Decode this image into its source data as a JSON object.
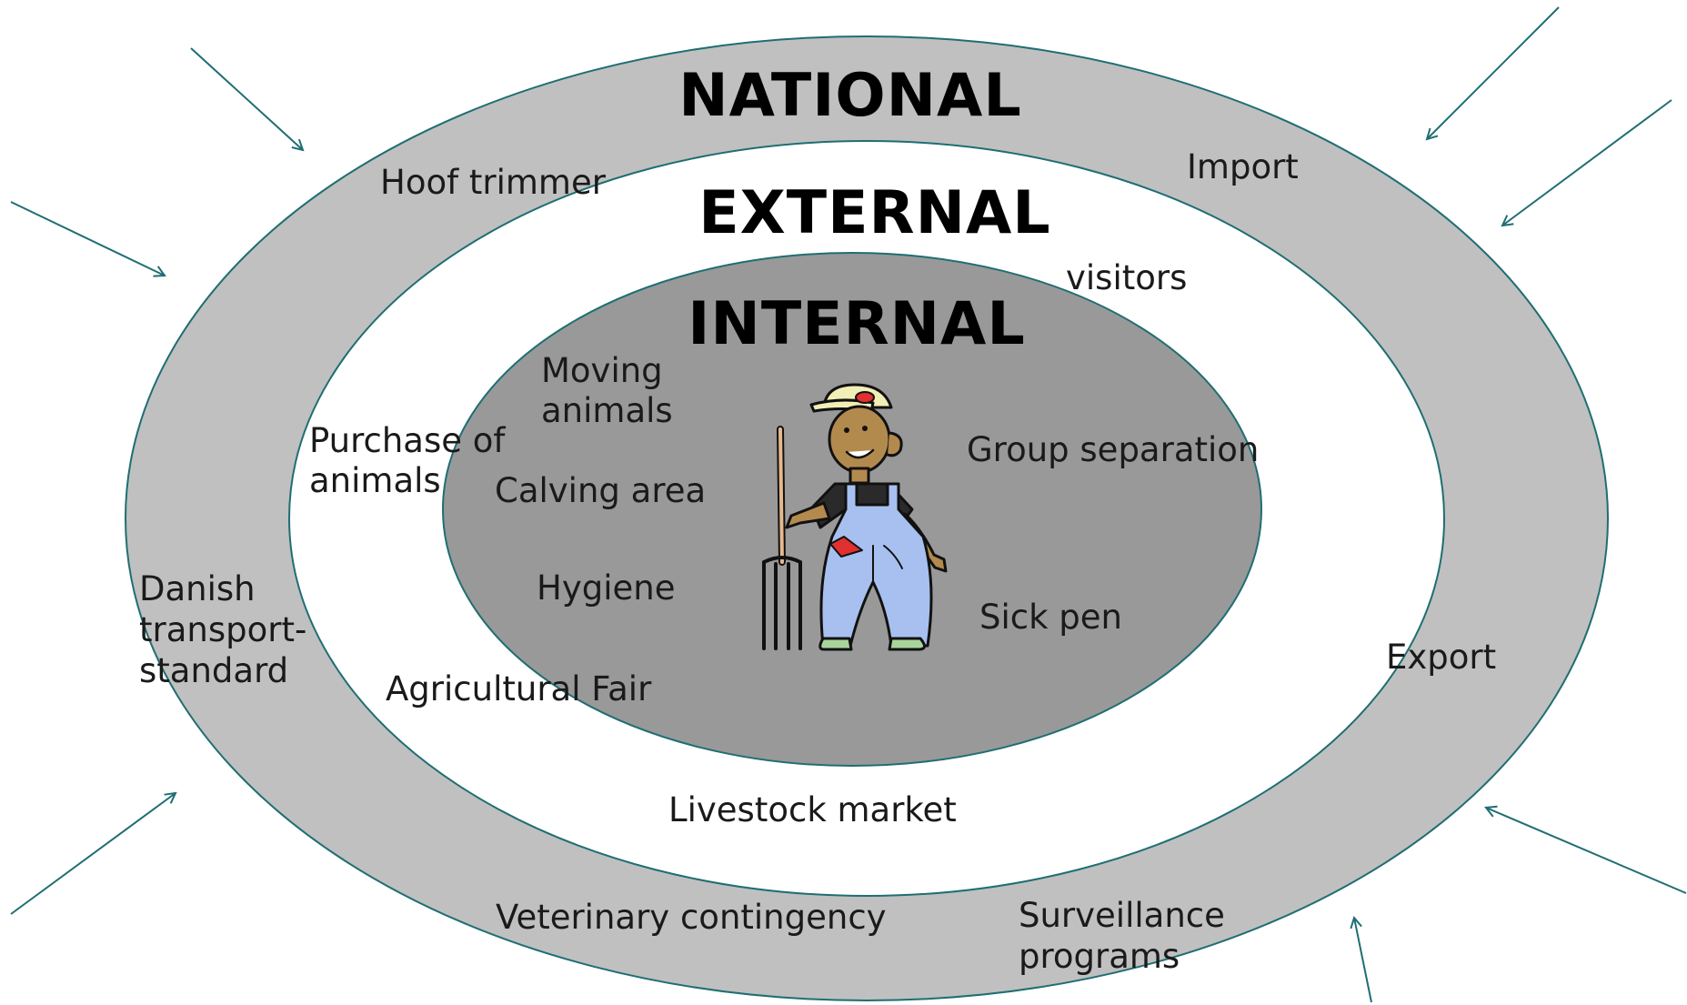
{
  "colors": {
    "national_ring": "#c0c0c0",
    "external_ring": "#ffffff",
    "internal_core": "#999999",
    "outline": "#1f6e73",
    "arrow": "#1f6e73"
  },
  "headings": {
    "national": "NATIONAL",
    "external": "EXTERNAL",
    "internal": "INTERNAL"
  },
  "national_items": {
    "import": "Import",
    "export": "Export",
    "danish": [
      "Danish",
      "transport-",
      "standard"
    ],
    "veterinary": "Veterinary contingency",
    "surveillance": [
      "Surveillance",
      "programs"
    ]
  },
  "external_items": {
    "hoof_trimmer": "Hoof trimmer",
    "visitors": "visitors",
    "purchase": [
      "Purchase of",
      "animals"
    ],
    "fair": "Agricultural Fair",
    "market": "Livestock market"
  },
  "internal_items": {
    "moving": [
      "Moving",
      "animals"
    ],
    "calving": "Calving area",
    "hygiene": "Hygiene",
    "group": "Group separation",
    "sick": "Sick pen"
  },
  "figure": {
    "icon": "farmer-with-pitchfork-icon"
  }
}
